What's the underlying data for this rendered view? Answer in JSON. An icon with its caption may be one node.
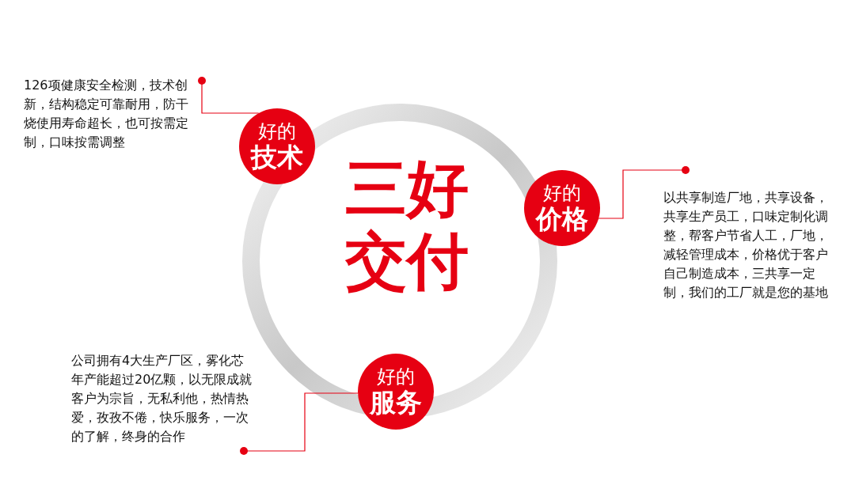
{
  "diagram": {
    "nodes": [
      {
        "text": [
          "三好交付"
        ]
      },
      {
        "text": [
          "好的",
          "技术"
        ]
      },
      {
        "text": [
          "好的",
          "价格"
        ]
      },
      {
        "text": [
          "好的",
          "服务"
        ]
      },
      {
        "text": [
          "126项健康安全检测，技术创新，结构稳定可靠耐用，防干烧使用寿命超长，也可按需定制，口味按需调整"
        ]
      },
      {
        "text": [
          "以共享制造厂地，共享设备，共享生产员工，口味定制化调整，帮客户节省人工，厂地，减轻管理成本，价格优于客户自己制造成本，三共享一定制，我们的工厂就是您的基地"
        ]
      },
      {
        "text": [
          "公司拥有4大生产厂区，雾化芯年产能超过20亿颗，以无限成就客户为宗旨，无私利他，热情热爱，孜孜不倦，快乐服务，一次的了解，终身的合作"
        ]
      }
    ],
    "edges": [
      {
        "from": 4,
        "to": 1,
        "arrow": "other"
      },
      {
        "from": 5,
        "to": 2,
        "arrow": "other"
      },
      {
        "from": 6,
        "to": 3,
        "arrow": "other"
      }
    ]
  }
}
